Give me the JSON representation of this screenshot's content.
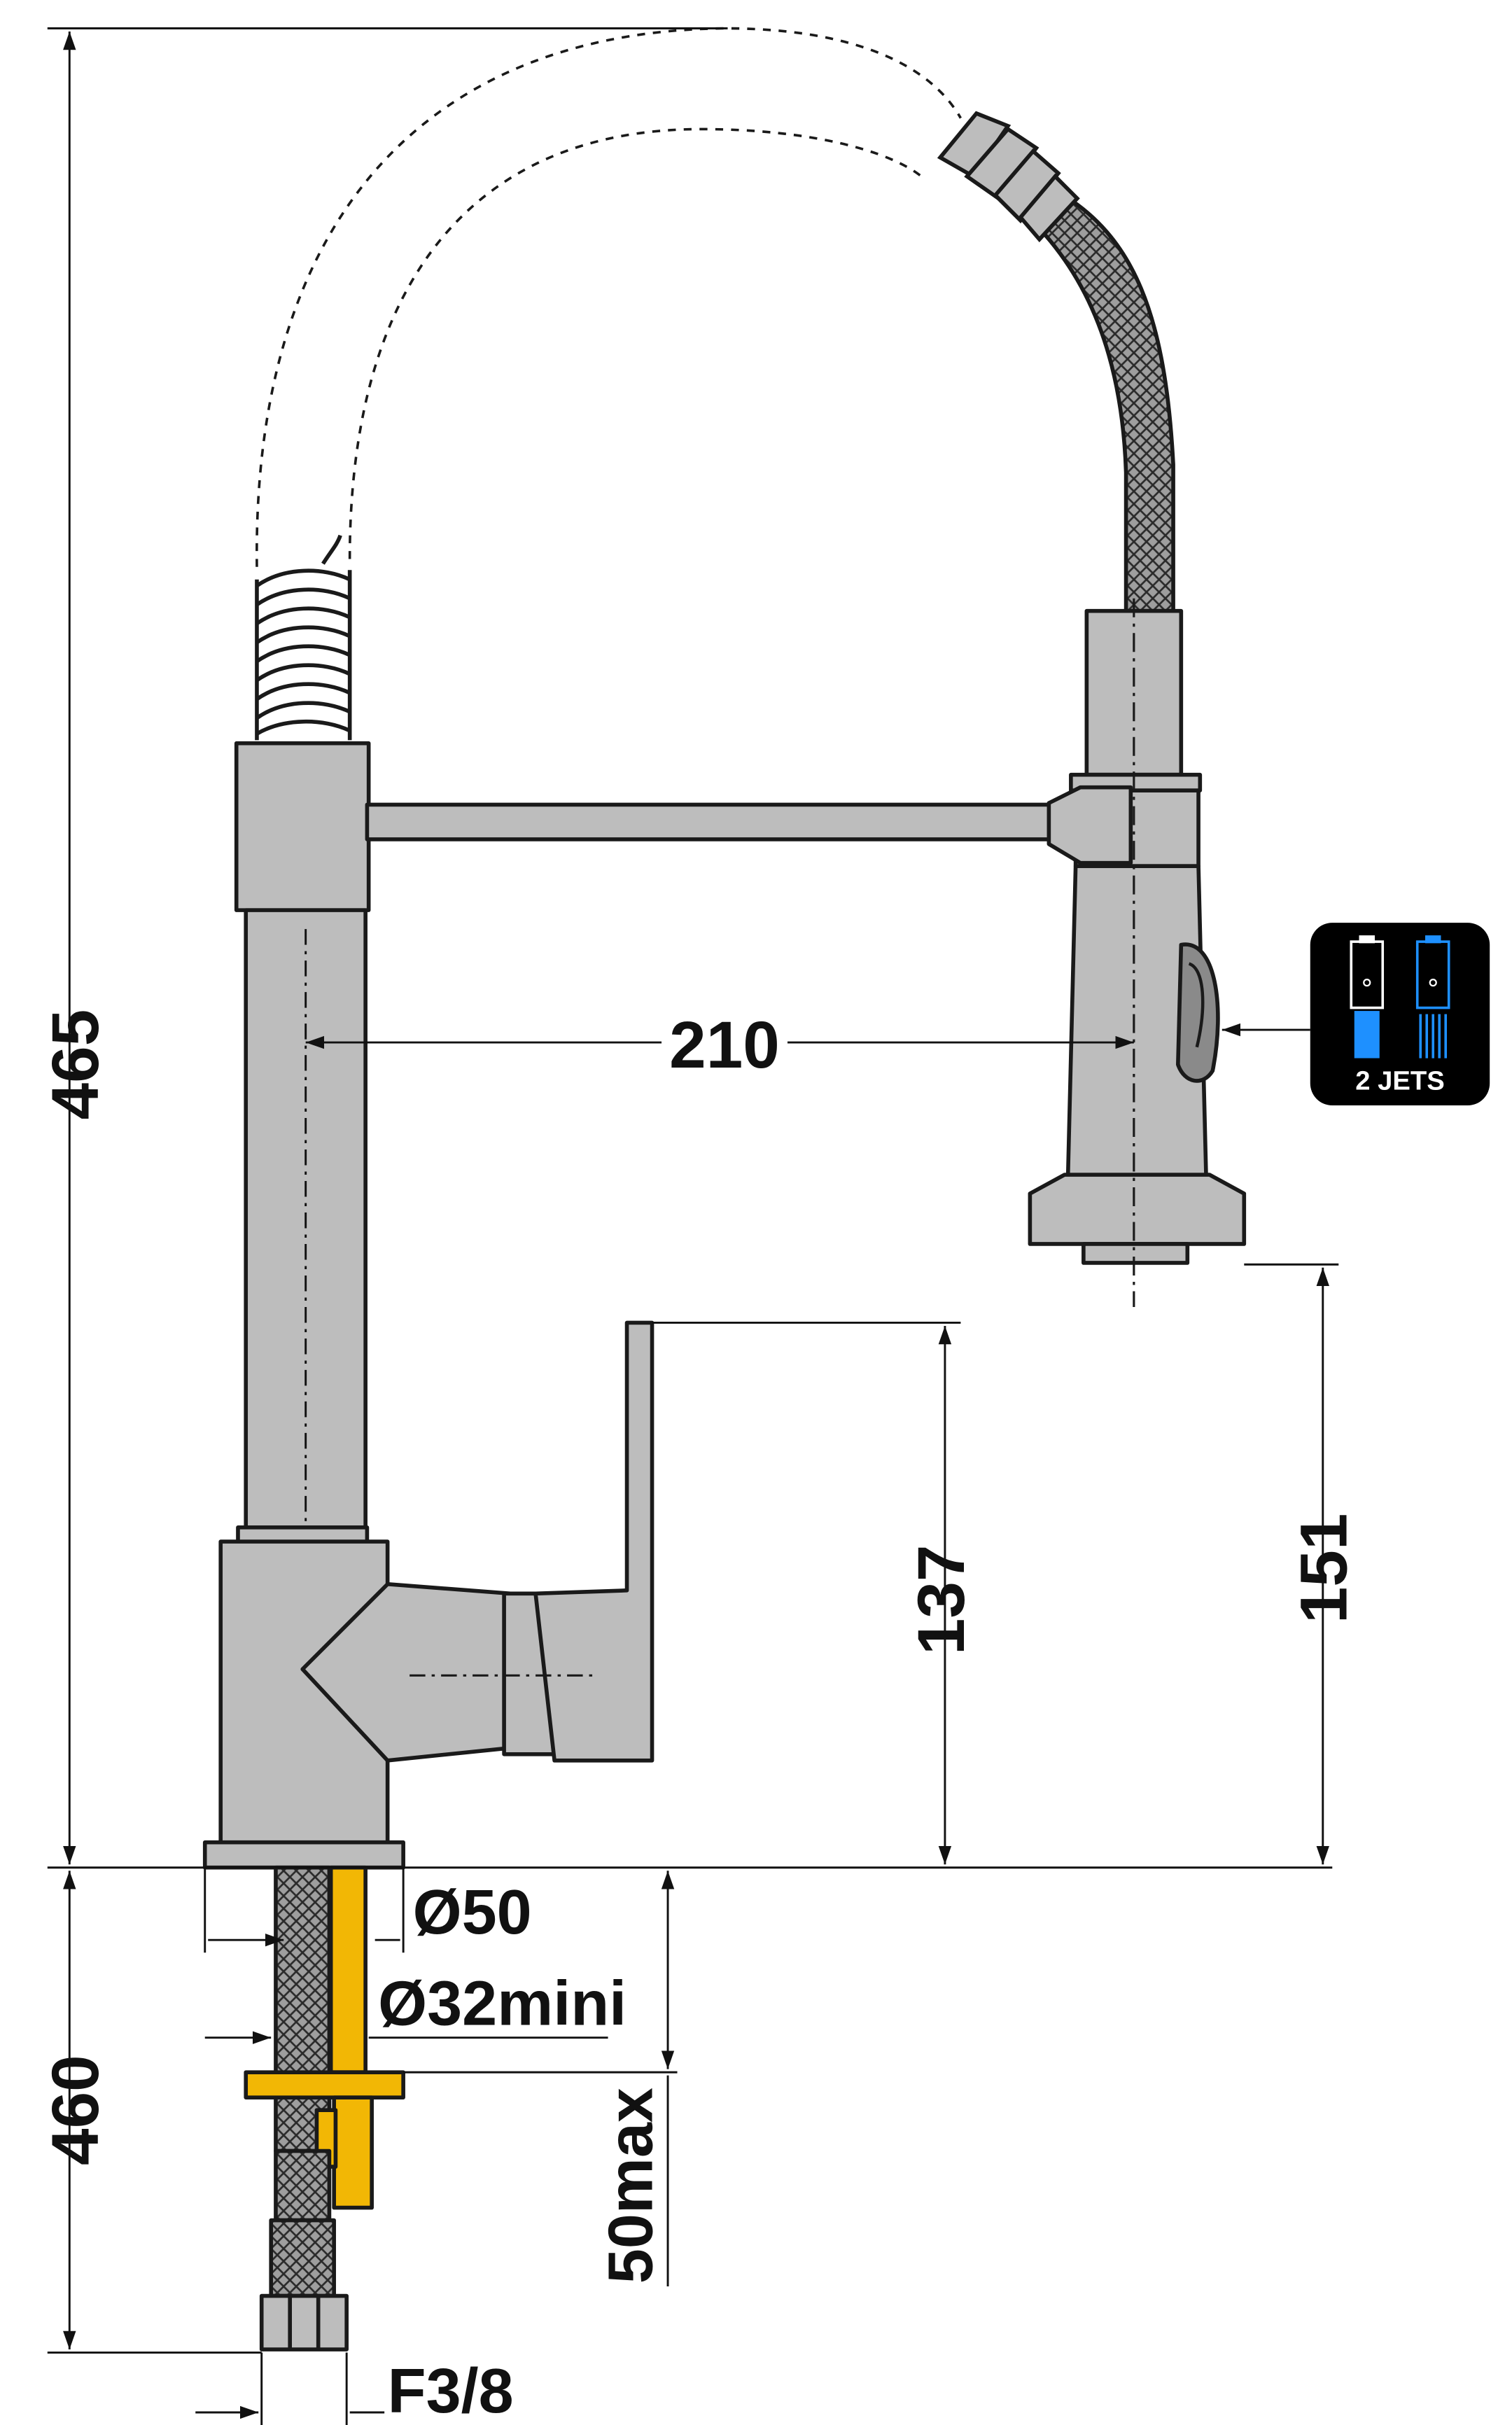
{
  "dimensions": {
    "total_height": "465",
    "below_deck_length": "460",
    "spout_reach": "210",
    "lever_height": "137",
    "spout_outlet_height": "151",
    "base_diameter": "Ø50",
    "hole_diameter": "Ø32mini",
    "deck_thickness": "50max",
    "connection": "F3/8"
  },
  "badge": {
    "label": "2 JETS"
  },
  "colors": {
    "body": "#bdbdbd",
    "outline": "#1a1a1a",
    "fixing": "#f2b705",
    "spray_blue": "#1e90ff",
    "badge_bg": "#000000"
  },
  "icons": [
    "spray-jet-icon",
    "rain-jet-icon"
  ]
}
